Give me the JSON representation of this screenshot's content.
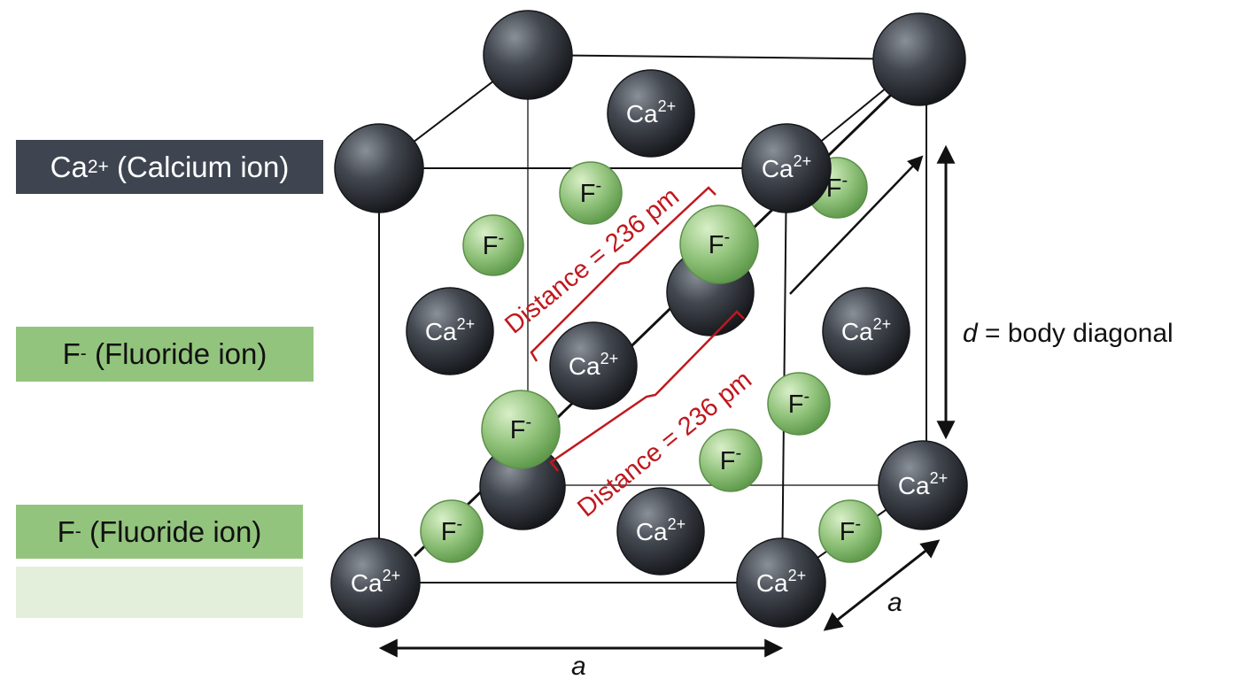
{
  "legend": {
    "calcium": {
      "symbol": "Ca",
      "charge": "2+",
      "name": "(Calcium ion)",
      "color": "#3e4550"
    },
    "fluoride_1": {
      "symbol": "F",
      "charge": "-",
      "name": "(Fluoride ion)",
      "color": "#93c47d"
    },
    "fluoride_2": {
      "symbol": "F",
      "charge": "-",
      "name": "(Fluoride ion)",
      "color": "#93c47d"
    }
  },
  "ions": {
    "ca": {
      "symbol": "Ca",
      "charge": "2+"
    },
    "f": {
      "symbol": "F",
      "charge": "-"
    }
  },
  "annotations": {
    "distance_upper": "Distance = 236 pm",
    "distance_lower": "Distance = 236 pm",
    "body_diagonal_var": "d",
    "body_diagonal_text": " = body diagonal",
    "edge_bottom": "a",
    "edge_right": "a"
  },
  "colors": {
    "calcium": "#3e4550",
    "fluoride": "#93c47d",
    "distance_annotation": "#c0181e",
    "edges": "#111111"
  },
  "icons": {
    "calcium": "dark-gray-sphere",
    "fluoride": "light-green-sphere"
  }
}
